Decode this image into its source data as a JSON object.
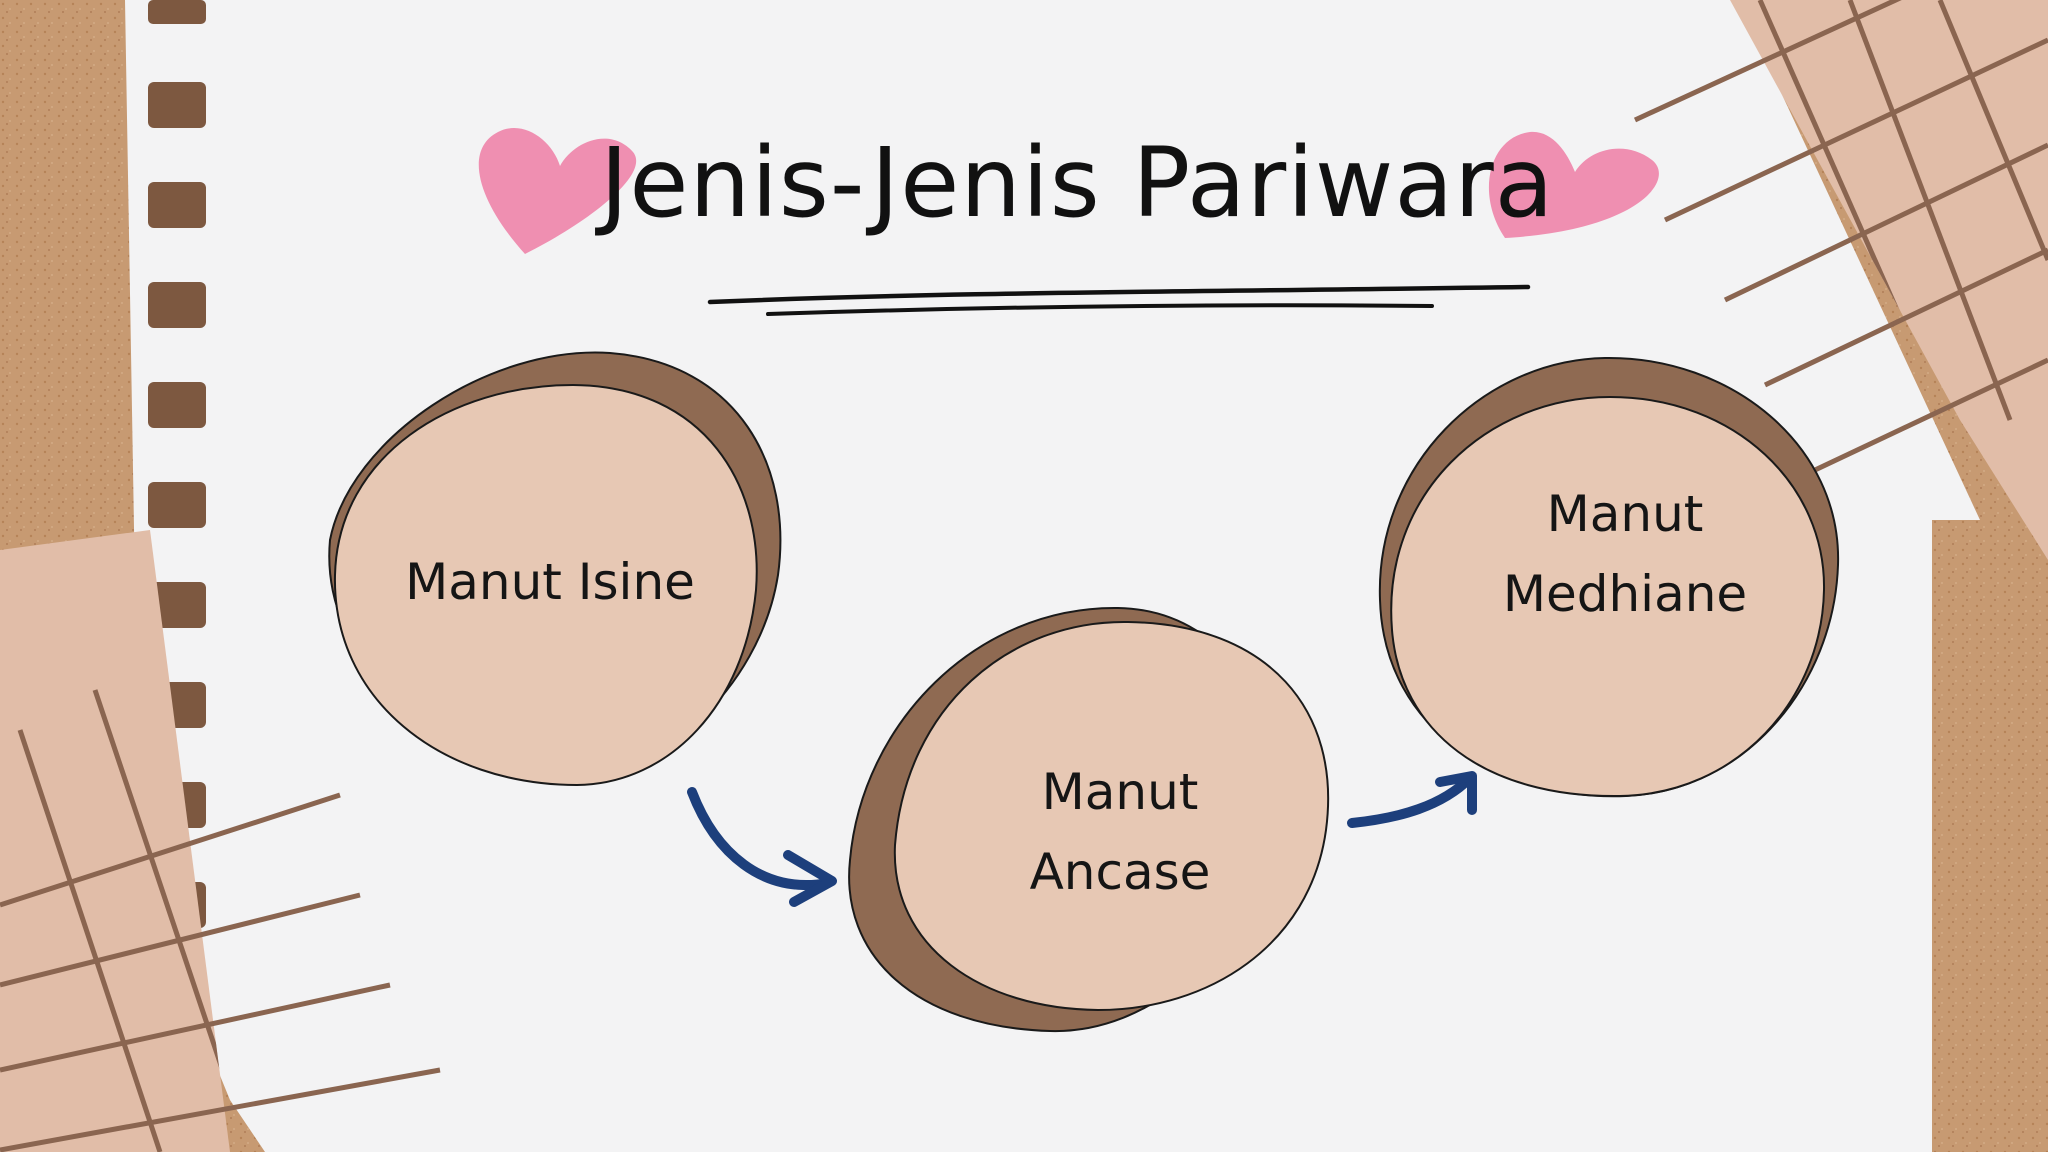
{
  "title": "Jenis-Jenis Pariwara",
  "diagram": {
    "nodes": [
      {
        "id": "isine",
        "label": "Manut Isine"
      },
      {
        "id": "ancase",
        "label": "Manut\nAncase"
      },
      {
        "id": "medhiane",
        "label": "Manut\nMedhiane"
      }
    ],
    "edges": [
      {
        "from": "isine",
        "to": "ancase"
      },
      {
        "from": "ancase",
        "to": "medhiane"
      }
    ]
  },
  "colors": {
    "cork": "#c79a72",
    "paper": "#f3f3f4",
    "circle_fill": "#e7c8b4",
    "circle_shadow": "#8f6a52",
    "tape": "#e1bda8",
    "grid_line": "#8a6550",
    "heart": "#ef8fb1",
    "arrow": "#1d3f7c",
    "text": "#111111"
  },
  "icons": {
    "left_heart": "heart-icon",
    "right_heart": "heart-icon",
    "arrow_1": "curved-arrow-icon",
    "arrow_2": "curved-arrow-icon"
  }
}
